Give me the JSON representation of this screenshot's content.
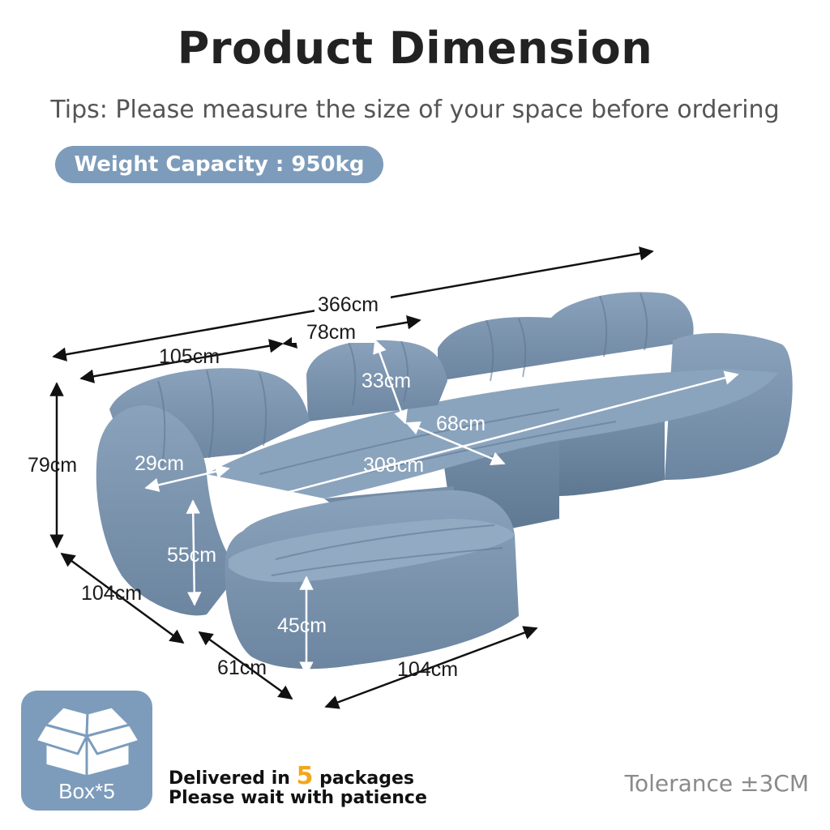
{
  "header": {
    "title": "Product Dimension",
    "tips": "Tips: Please measure the size of your space before ordering",
    "capacity": "Weight Capacity : 950kg"
  },
  "dimensions": {
    "total_length": "366cm",
    "left_section": "105cm",
    "module_width": "78cm",
    "back_height": "33cm",
    "seat_depth_main": "68cm",
    "height": "79cm",
    "arm_width": "29cm",
    "seat_length": "308cm",
    "arm_height": "55cm",
    "chaise_depth": "104cm",
    "seat_height": "45cm",
    "ottoman_width": "61cm",
    "ottoman_length": "104cm"
  },
  "package": {
    "box_label": "Box*5",
    "line1_prefix": "Delivered in",
    "count": "5",
    "line1_suffix": "packages",
    "line2": "Please wait with patience"
  },
  "tolerance": "Tolerance ±3CM",
  "colors": {
    "accent": "#7d9cbb",
    "sofa": "#7b93ad",
    "highlight": "#f2a71b"
  }
}
